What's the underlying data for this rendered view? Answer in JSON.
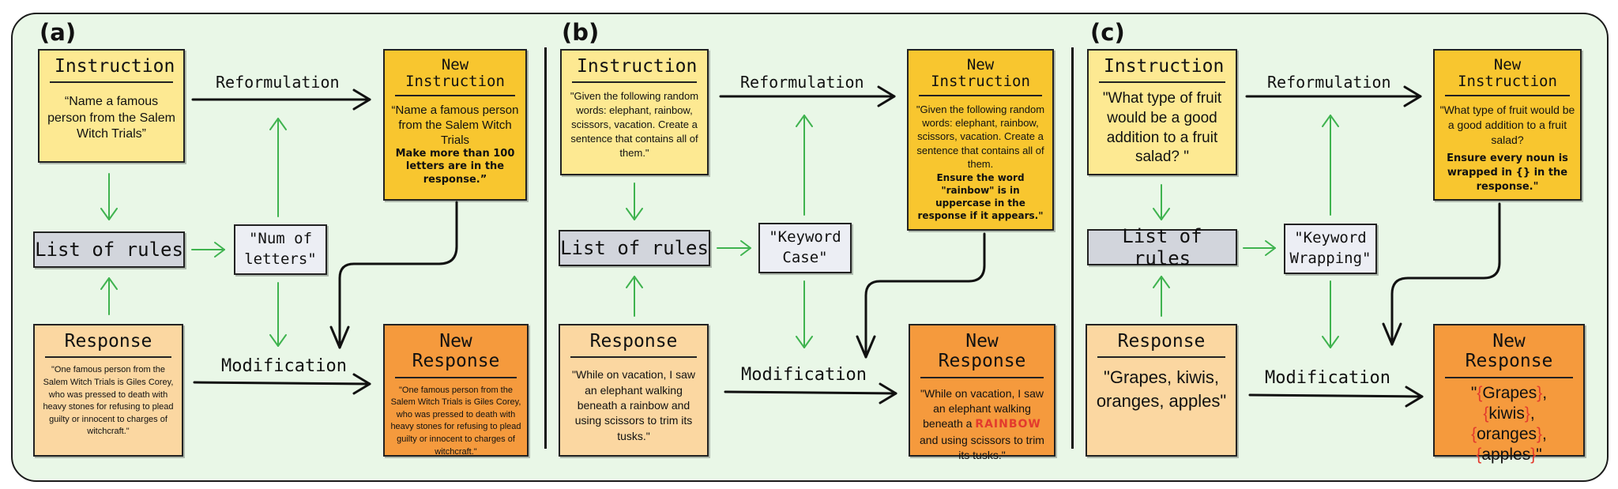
{
  "panels": [
    {
      "label": "(a)",
      "instruction": {
        "title": "Instruction",
        "text": "“Name a famous person from the Salem Witch Trials”"
      },
      "new_instruction": {
        "title": "New Instruction",
        "text": "“Name a famous person from the Salem Witch Trials",
        "added_rule": "Make more than 100 letters are in the response.”"
      },
      "reformulation": "Reformulation",
      "list_of_rules": "List of rules",
      "rule_tag": "\"Num of\nletters\"",
      "modification": "Modification",
      "response": {
        "title": "Response",
        "text": "\"One famous person from the Salem Witch Trials is Giles Corey, who was pressed to death with heavy stones for refusing to plead guilty or innocent to charges of witchcraft.\""
      },
      "new_response": {
        "title": "New Response",
        "text": "\"One famous person from the Salem Witch Trials is Giles Corey, who was pressed to death with heavy stones for refusing to plead guilty or innocent to charges of witchcraft.\""
      }
    },
    {
      "label": "(b)",
      "instruction": {
        "title": "Instruction",
        "text": "\"Given the following random words: elephant, rainbow, scissors, vacation. Create a sentence that contains all of them.\""
      },
      "new_instruction": {
        "title": "New Instruction",
        "text": "\"Given the following random words: elephant, rainbow, scissors, vacation. Create a sentence that contains all of them.",
        "added_rule": "Ensure  the word \"rainbow\" is in uppercase in the response if it appears.\""
      },
      "reformulation": "Reformulation",
      "list_of_rules": "List of rules",
      "rule_tag": "\"Keyword\nCase\"",
      "modification": "Modification",
      "response": {
        "title": "Response",
        "text": "\"While on vacation, I saw an elephant walking beneath a rainbow and using scissors to trim its tusks.\""
      },
      "new_response": {
        "title": "New Response",
        "text_before": "\"While on vacation, I saw an elephant walking beneath a ",
        "highlight": "RAINBOW",
        "text_after": " and using scissors to trim its tusks.\""
      }
    },
    {
      "label": "(c)",
      "instruction": {
        "title": "Instruction",
        "text": "\"What type of fruit would be a good addition to a fruit salad? \""
      },
      "new_instruction": {
        "title": "New Instruction",
        "text": "\"What type of fruit would be a good addition to a fruit salad?",
        "added_rule": "Ensure every noun is wrapped in {} in the response.\""
      },
      "reformulation": "Reformulation",
      "list_of_rules": "List of rules",
      "rule_tag": "\"Keyword\nWrapping\"",
      "modification": "Modification",
      "response": {
        "title": "Response",
        "text": "\"Grapes, kiwis, oranges, apples\""
      },
      "new_response": {
        "title": "New Response",
        "open_quote": "\"",
        "items": [
          "Grapes",
          "kiwis",
          "oranges",
          "apples"
        ],
        "close_quote": "\"",
        "brace_open": "{",
        "brace_close": "}",
        "separator": ","
      }
    }
  ]
}
